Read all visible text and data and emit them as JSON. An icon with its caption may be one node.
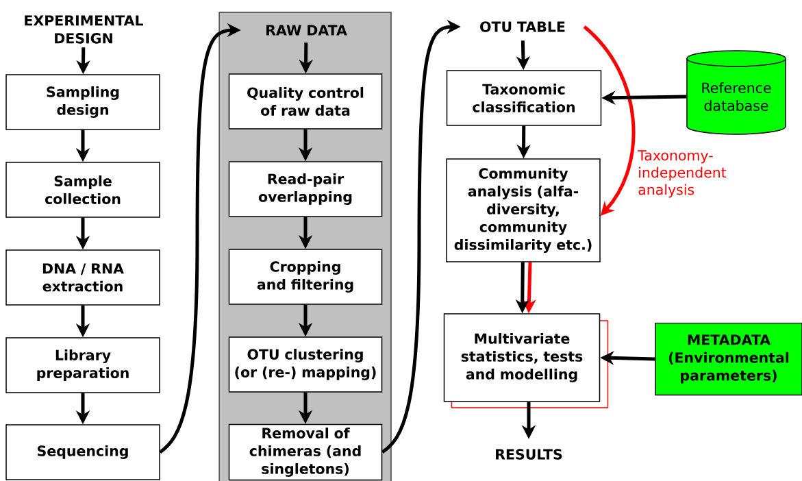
{
  "diagram": {
    "nodes": [
      {
        "text": [
          "EXPERIMENTAL DESIGN"
        ]
      },
      {
        "text": [
          "Sampling design"
        ]
      },
      {
        "text": [
          "Sample collection"
        ]
      },
      {
        "text": [
          "DNA / RNA extraction"
        ]
      },
      {
        "text": [
          "Library preparation"
        ]
      },
      {
        "text": [
          "Sequencing"
        ]
      },
      {
        "text": [],
        "shape": "box"
      },
      {
        "text": [
          "RAW DATA"
        ],
        "in": 6
      },
      {
        "text": [
          "Quality control of raw data"
        ],
        "in": 6
      },
      {
        "text": [
          "Read-pair overlapping"
        ],
        "in": 6
      },
      {
        "text": [
          "Cropping and filtering"
        ],
        "in": 6
      },
      {
        "text": [
          "OTU clustering (or (re-) mapping)"
        ],
        "in": 6
      },
      {
        "text": [
          "Removal of chimeras (and singletons)"
        ],
        "in": 6
      },
      {
        "text": [
          "OTU TABLE"
        ]
      },
      {
        "text": [
          "Taxonomic classification"
        ]
      },
      {
        "text": [
          "Reference database"
        ]
      },
      {
        "text": [
          "Community analysis (alfa-diversity, community dissimilarity etc.)"
        ]
      },
      {
        "text": [
          "Multivariate statistics, tests and modelling"
        ]
      },
      {
        "text": [
          "METADATA (Environmental parameters)"
        ]
      },
      {
        "text": [
          "RESULTS"
        ]
      }
    ],
    "edges": [
      {
        "from": 0,
        "to": 1,
        "arrow": "to"
      },
      {
        "from": 1,
        "to": 2,
        "arrow": "to"
      },
      {
        "from": 2,
        "to": 3,
        "arrow": "to"
      },
      {
        "from": 3,
        "to": 4,
        "arrow": "to"
      },
      {
        "from": 4,
        "to": 5,
        "arrow": "to"
      },
      {
        "from": 5,
        "to": 7,
        "arrow": "to"
      },
      {
        "from": 7,
        "to": 8,
        "arrow": "to"
      },
      {
        "from": 8,
        "to": 9,
        "arrow": "to"
      },
      {
        "from": 9,
        "to": 10,
        "arrow": "to"
      },
      {
        "from": 10,
        "to": 11,
        "arrow": "to"
      },
      {
        "from": 11,
        "to": 12,
        "arrow": "to"
      },
      {
        "from": 12,
        "to": 13,
        "arrow": "to"
      },
      {
        "from": 13,
        "to": 14,
        "arrow": "to"
      },
      {
        "from": 15,
        "to": 14,
        "arrow": "to"
      },
      {
        "from": 14,
        "to": 16,
        "arrow": "to"
      },
      {
        "from": 13,
        "to": 16,
        "arrow": "to",
        "label": "Taxonomy-independent analysis",
        "color": "#ff0000"
      },
      {
        "from": 16,
        "to": 17,
        "arrow": "to"
      },
      {
        "from": 16,
        "to": 17,
        "arrow": "to",
        "color": "#ff0000"
      },
      {
        "from": 18,
        "to": 17,
        "arrow": "to"
      },
      {
        "from": 17,
        "to": 19,
        "arrow": "to"
      }
    ]
  }
}
